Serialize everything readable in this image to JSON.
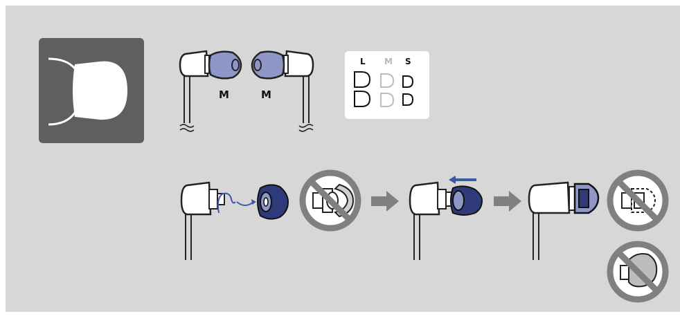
{
  "colors": {
    "panel_bg": "#d7d7d7",
    "icon_tile_bg": "#5f5f5f",
    "eartip_fill": "#8f96c8",
    "eartip_stroke": "#1e2c6b",
    "arrow_blue": "#3c59a8",
    "prohibit_gray": "#808080",
    "step_arrow_gray": "#808080",
    "size_card_bg": "#ffffff"
  },
  "eartip_labels": {
    "left": "M",
    "right": "M"
  },
  "size_chart": {
    "sizes": [
      {
        "label": "L",
        "highlighted": false
      },
      {
        "label": "M",
        "highlighted": true
      },
      {
        "label": "S",
        "highlighted": false
      }
    ]
  },
  "icons": {
    "tile": "eartip-icon",
    "step_arrow": "right-arrow-icon",
    "prohibited": "prohibited-icon"
  }
}
